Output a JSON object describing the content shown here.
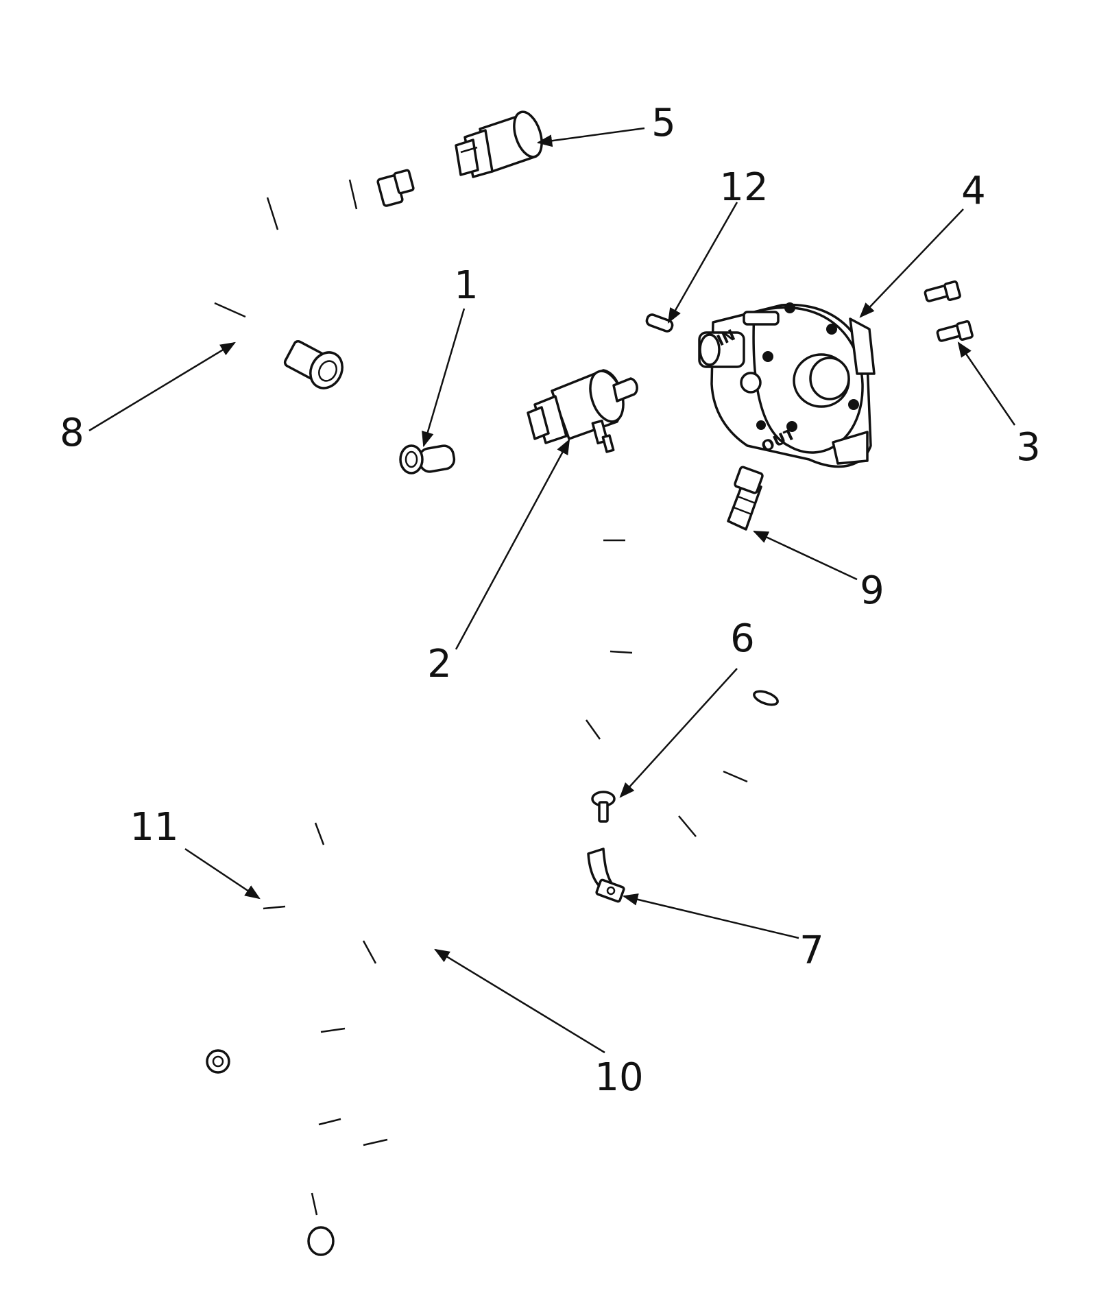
{
  "diagram": {
    "background": "#ffffff",
    "line_color": "#111111",
    "parts": [
      {
        "id": "1",
        "label": "1"
      },
      {
        "id": "2",
        "label": "2"
      },
      {
        "id": "3",
        "label": "3"
      },
      {
        "id": "4",
        "label": "4"
      },
      {
        "id": "5",
        "label": "5"
      },
      {
        "id": "6",
        "label": "6"
      },
      {
        "id": "7",
        "label": "7"
      },
      {
        "id": "8",
        "label": "8"
      },
      {
        "id": "9",
        "label": "9"
      },
      {
        "id": "10",
        "label": "10"
      },
      {
        "id": "11",
        "label": "11"
      },
      {
        "id": "12",
        "label": "12"
      }
    ],
    "regulator_markings": {
      "inlet": "IN",
      "outlet": "OUT"
    }
  }
}
